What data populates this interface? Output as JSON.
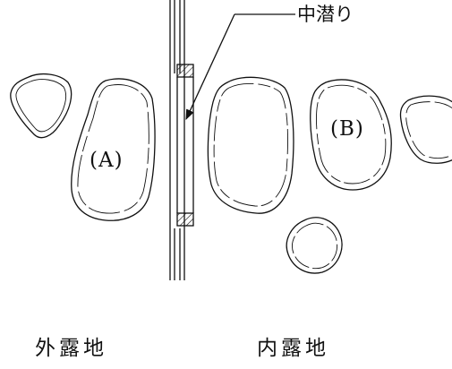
{
  "callout": {
    "label": "中潜り"
  },
  "stones": {
    "a_label": "(A)",
    "b_label": "(B)"
  },
  "areas": {
    "outer_label": "外露地",
    "inner_label": "内露地"
  },
  "colors": {
    "line": "#111111",
    "background": "#ffffff"
  }
}
